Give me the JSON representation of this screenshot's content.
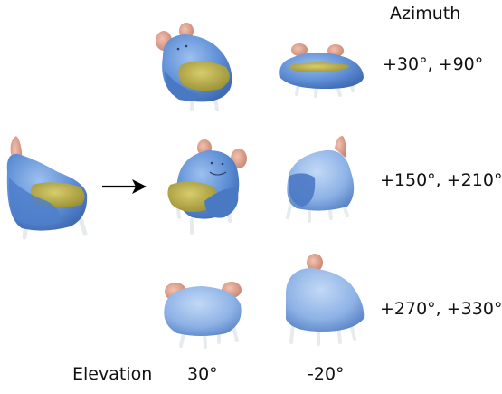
{
  "labels": {
    "azimuth_header": "Azimuth",
    "row1": "+30°, +90°",
    "row2": "+150°, +210°",
    "row3": "+270°, +330°",
    "elevation_label": "Elevation",
    "col1": "30°",
    "col2": "-20°"
  },
  "colors": {
    "body_blue": "#5f8fd6",
    "seat_olive": "#b8ad4e",
    "ear_pink": "#d99a86",
    "leg": "#e8ebee",
    "arrow": "#000000"
  },
  "icons": [
    "chair-render",
    "right-arrow-icon"
  ]
}
